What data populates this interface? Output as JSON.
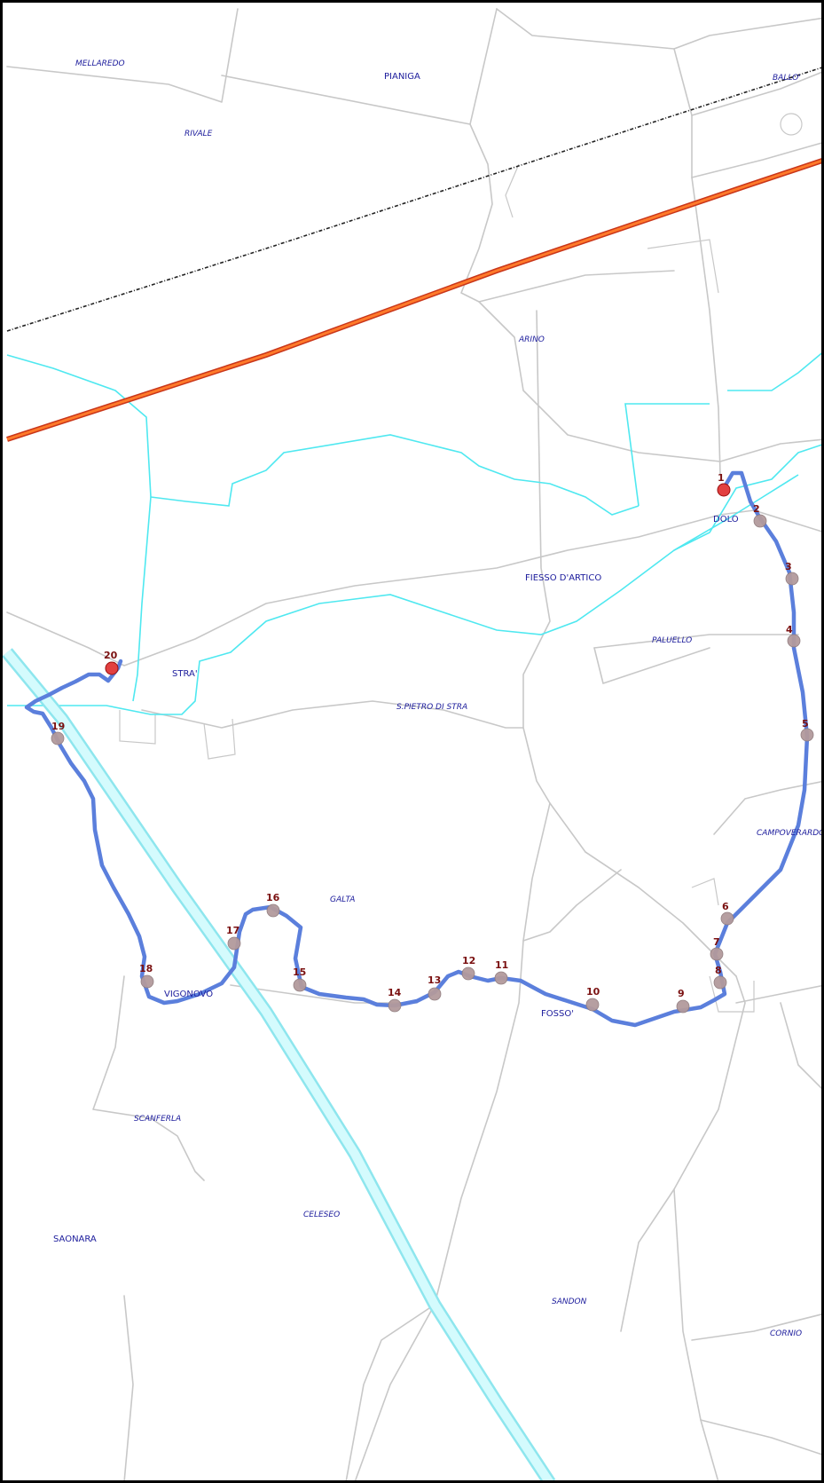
{
  "map": {
    "colors": {
      "route": "#5b7fdc",
      "road": "#c8c8c8",
      "river": "#4fe8f0",
      "canal": "#8ee6ee",
      "motorway": "#ff7a2a",
      "railway": "#222222",
      "label": "#1c1c9c",
      "waypoint": "#b39a9c",
      "start_end": "#e24040"
    },
    "places": [
      {
        "id": "mellaredo",
        "text": "MELLAREDO",
        "style": "italic"
      },
      {
        "id": "pianiga",
        "text": "PIANIGA",
        "style": "normal"
      },
      {
        "id": "ballo",
        "text": "BALLO'",
        "style": "italic"
      },
      {
        "id": "rivale",
        "text": "RIVALE",
        "style": "italic"
      },
      {
        "id": "arino",
        "text": "ARINO",
        "style": "italic"
      },
      {
        "id": "dolo",
        "text": "DOLO",
        "style": "normal"
      },
      {
        "id": "fiesso",
        "text": "FIESSO D'ARTICO",
        "style": "normal"
      },
      {
        "id": "paluello",
        "text": "PALUELLO",
        "style": "italic"
      },
      {
        "id": "stra",
        "text": "STRA'",
        "style": "normal"
      },
      {
        "id": "spietro",
        "text": "S.PIETRO DI STRA",
        "style": "italic"
      },
      {
        "id": "campoverardo",
        "text": "CAMPOVERARDO",
        "style": "italic"
      },
      {
        "id": "galta",
        "text": "GALTA",
        "style": "italic"
      },
      {
        "id": "vigonovo",
        "text": "VIGONOVO",
        "style": "normal"
      },
      {
        "id": "fosso",
        "text": "FOSSO'",
        "style": "normal"
      },
      {
        "id": "scanferla",
        "text": "SCANFERLA",
        "style": "italic"
      },
      {
        "id": "celeseo",
        "text": "CELESEO",
        "style": "italic"
      },
      {
        "id": "saonara",
        "text": "SAONARA",
        "style": "normal"
      },
      {
        "id": "sandon",
        "text": "SANDON",
        "style": "italic"
      },
      {
        "id": "cornio",
        "text": "CORNIO",
        "style": "italic"
      }
    ],
    "waypoints": [
      {
        "n": "1",
        "kind": "start"
      },
      {
        "n": "2"
      },
      {
        "n": "3"
      },
      {
        "n": "4"
      },
      {
        "n": "5"
      },
      {
        "n": "6"
      },
      {
        "n": "7"
      },
      {
        "n": "8"
      },
      {
        "n": "9"
      },
      {
        "n": "10"
      },
      {
        "n": "11"
      },
      {
        "n": "12"
      },
      {
        "n": "13"
      },
      {
        "n": "14"
      },
      {
        "n": "15"
      },
      {
        "n": "16"
      },
      {
        "n": "17"
      },
      {
        "n": "18"
      },
      {
        "n": "19"
      },
      {
        "n": "20",
        "kind": "end"
      }
    ]
  }
}
